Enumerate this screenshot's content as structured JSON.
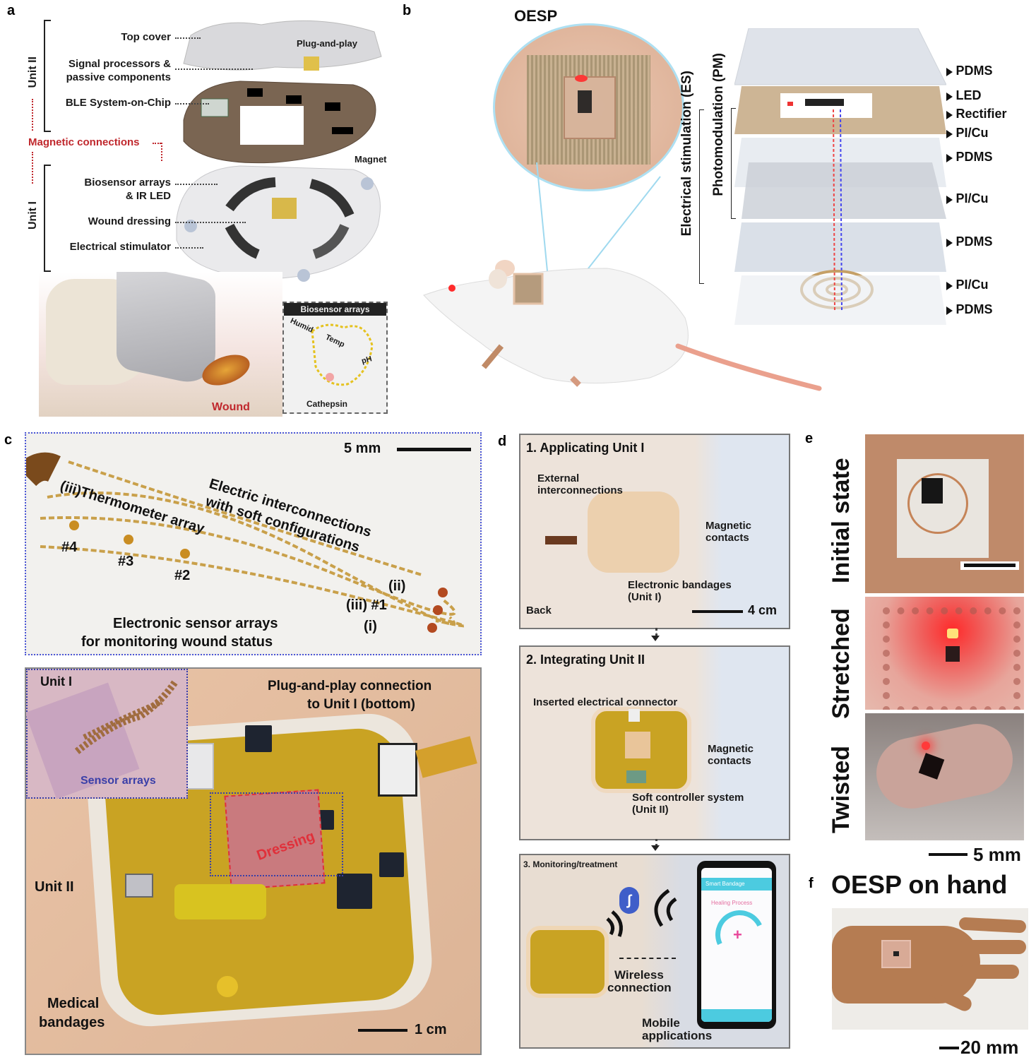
{
  "figure": {
    "panel_labels": [
      "a",
      "b",
      "c",
      "d",
      "e",
      "f"
    ]
  },
  "panel_a": {
    "group_labels": {
      "unit_ii": "Unit II",
      "unit_i": "Unit I"
    },
    "callouts": {
      "top_cover": "Top cover",
      "plug_and_play": "Plug-and-play",
      "signal_processors_1": "Signal processors &",
      "signal_processors_2": "passive components",
      "ble_soc": "BLE System-on-Chip",
      "magnetic_connections": "Magnetic connections",
      "magnet": "Magnet",
      "biosensor_1": "Biosensor arrays",
      "biosensor_2": "& IR LED",
      "wound_dressing": "Wound dressing",
      "electrical_stimulator": "Electrical stimulator",
      "wound": "Wound"
    },
    "inset": {
      "title": "Biosensor arrays",
      "labels": {
        "humid": "Humid",
        "temp": "Temp",
        "ph": "pH",
        "cathepsin": "Cathepsin"
      }
    },
    "colors": {
      "highlight_red": "#c0282d"
    }
  },
  "panel_b": {
    "title": "OESP",
    "bracket_labels": {
      "es": "Electrical stimulation (ES)",
      "pm": "Photomodulation (PM)"
    },
    "layers": [
      "PDMS",
      "LED",
      "Rectifier",
      "PI/Cu",
      "PDMS",
      "PI/Cu",
      "PDMS",
      "PI/Cu",
      "PDMS"
    ]
  },
  "panel_c": {
    "top": {
      "scale": "5 mm",
      "labels": {
        "interconnect_1": "Electric interconnections",
        "interconnect_2": "with soft configurations",
        "thermometer": "(iii)Thermometer array",
        "t4": "#4",
        "t3": "#3",
        "t2": "#2",
        "ii": "(ii)",
        "iii_1": "(iii) #1",
        "i": "(i)",
        "sensors_1": "Electronic sensor arrays",
        "sensors_2": "for monitoring wound status"
      }
    },
    "bottom": {
      "scale": "1 cm",
      "labels": {
        "unit_i": "Unit I",
        "sensor_arrays": "Sensor arrays",
        "plug_1": "Plug-and-play connection",
        "plug_2": "to Unit I (bottom)",
        "unit_ii": "Unit II",
        "dressing": "Dressing",
        "medical_1": "Medical",
        "medical_2": "bandages"
      }
    },
    "colors": {
      "inset_blue": "#3a3fa8",
      "dressing_red": "#e0303a"
    }
  },
  "panel_d": {
    "steps": [
      {
        "title": "1. Applicating Unit I",
        "labels": {
          "ext_1": "External",
          "ext_2": "interconnections",
          "mag_1": "Magnetic",
          "mag_2": "contacts",
          "band_1": "Electronic bandages",
          "band_2": "(Unit I)",
          "back": "Back"
        },
        "scale": "4 cm"
      },
      {
        "title": "2. Integrating Unit II",
        "labels": {
          "connector": "Inserted electrical connector",
          "mag_1": "Magnetic",
          "mag_2": "contacts",
          "ctrl_1": "Soft controller system",
          "ctrl_2": "(Unit II)"
        }
      },
      {
        "title": "3. Monitoring/treatment",
        "labels": {
          "wireless_1": "Wireless",
          "wireless_2": "connection",
          "mobile_1": "Mobile",
          "mobile_2": "applications"
        },
        "phone": {
          "app_title": "Smart Bandage",
          "heading": "Healing Process"
        }
      }
    ]
  },
  "panel_e": {
    "states": [
      "Initial state",
      "Stretched",
      "Twisted"
    ],
    "scale": "5 mm"
  },
  "panel_f": {
    "title": "OESP on hand",
    "scale": "20 mm"
  }
}
